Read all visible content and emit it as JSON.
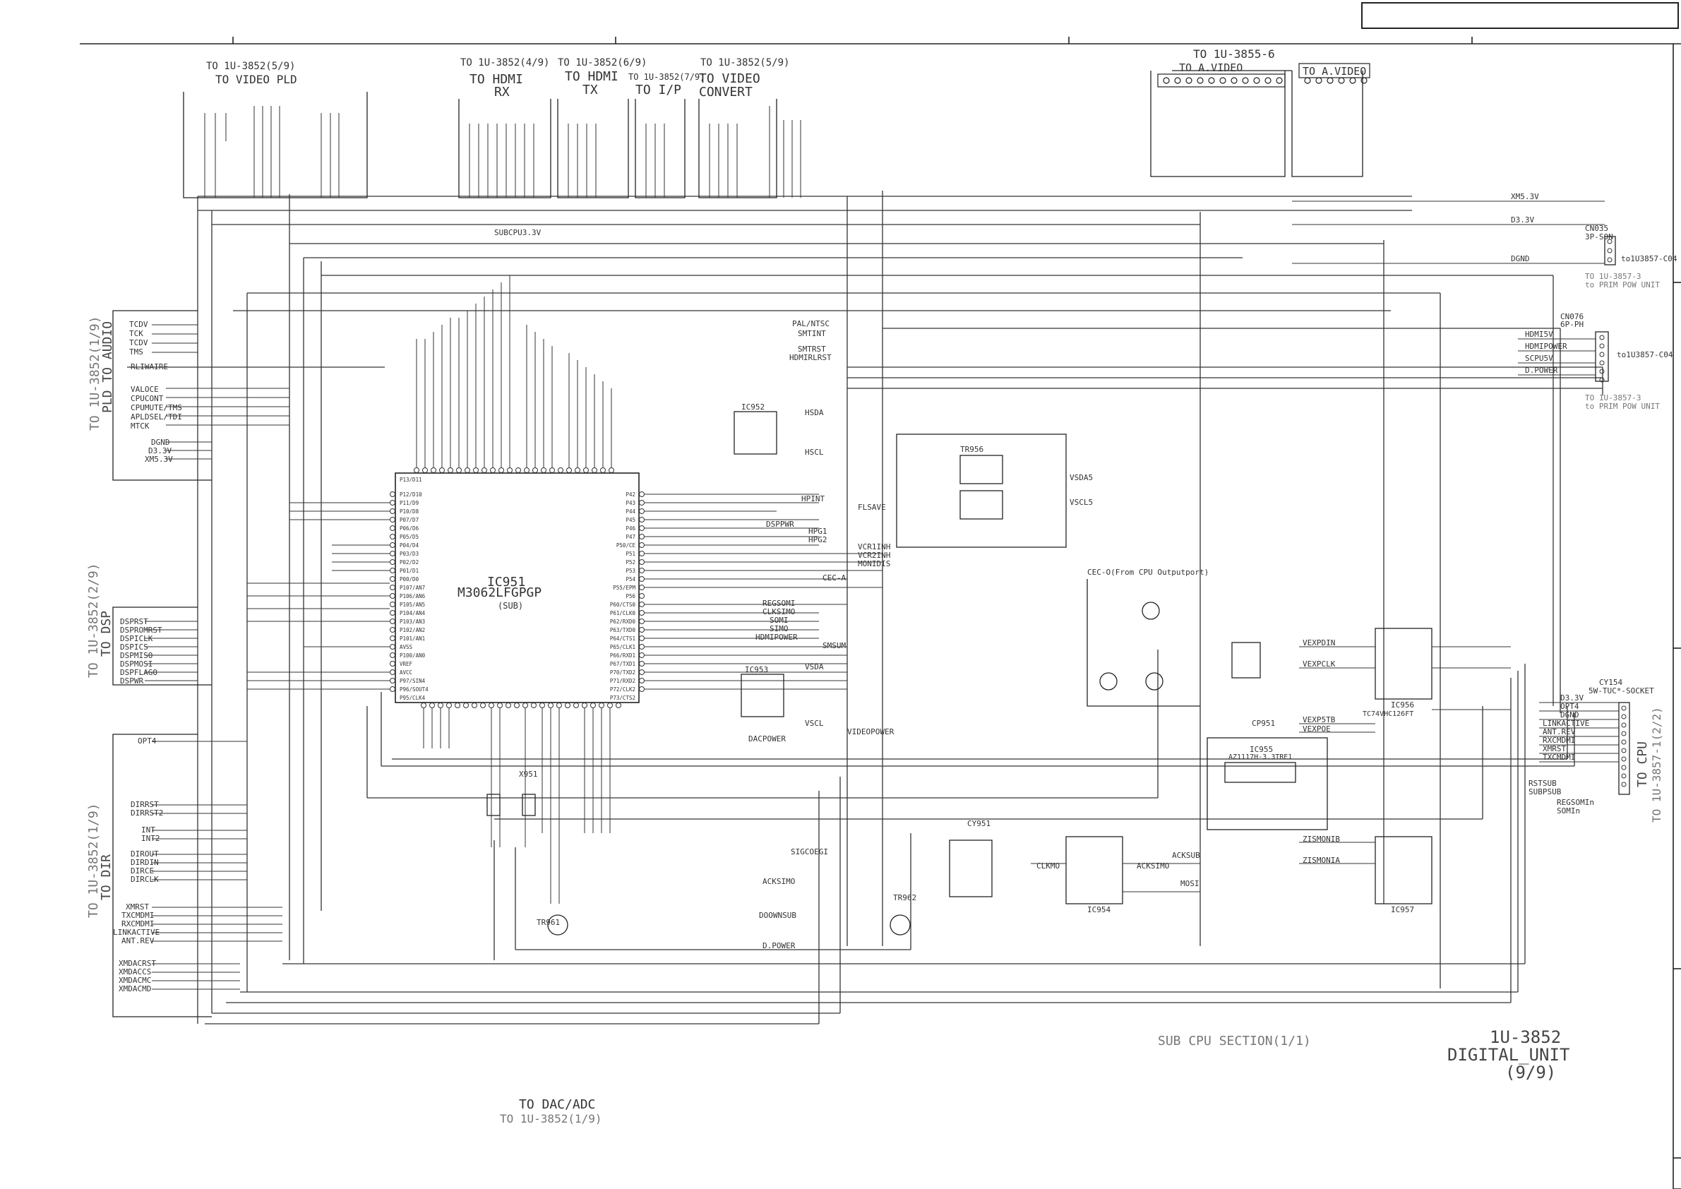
{
  "section_caption": "SUB CPU SECTION(1/1)",
  "board": {
    "code": "1U-3852",
    "name": "DIGITAL_UNIT",
    "page": "(9/9)"
  },
  "ic951": {
    "ref": "IC951",
    "part": "M3062LFGPGP",
    "sub": "(SUB)"
  },
  "top_connectors": [
    {
      "ref": "TO 1U-3852(5/9)",
      "line1": "TO VIDEO PLD",
      "line2": ""
    },
    {
      "ref": "TO 1U-3852(4/9)",
      "line1": "TO HDMI",
      "line2": "RX"
    },
    {
      "ref": "TO 1U-3852(6/9)",
      "line1": "TO HDMI",
      "line2": "TX"
    },
    {
      "ref": "TO 1U-3852(7/9)",
      "line1": "TO I/P",
      "line2": ""
    },
    {
      "ref": "TO 1U-3852(5/9)",
      "line1": "TO VIDEO",
      "line2": "CONVERT"
    }
  ],
  "av_header": {
    "ref": "TO 1U-3855-6",
    "left": "TO A.VIDEO",
    "right": "TO A.VIDEO"
  },
  "left_connectors": [
    {
      "ref": "TO 1U-3852(1/9)",
      "name": "PLD TO AUDIO"
    },
    {
      "ref": "TO 1U-3852(2/9)",
      "name": "TO DSP"
    },
    {
      "ref": "TO 1U-3852(1/9)",
      "name": "TO DIR"
    }
  ],
  "bottom_connector": {
    "name": "TO DAC/ADC",
    "ref": "TO 1U-3852(1/9)"
  },
  "right_connectors": [
    {
      "ref": "CN035",
      "type": "3P-SON",
      "board": "to1U3857-C04",
      "dest": "TO 1U-3857-3",
      "dest2": "to PRIM POW UNIT"
    },
    {
      "ref": "CN076",
      "type": "6P-PH",
      "board": "to1U3857-C04",
      "dest": "TO 1U-3857-3",
      "dest2": "to PRIM POW UNIT"
    },
    {
      "ref": "CY154",
      "type": "5W-TUC*-SOCKET",
      "name": "TO CPU",
      "dest": "TO 1U-3857-1(2/2)"
    }
  ],
  "signals": {
    "pld": [
      "TCDV",
      "TCK",
      "TCDV",
      "TMS"
    ],
    "audio": [
      "RLIWAIRE",
      "VALOCE",
      "CPUCONT",
      "CPUMUTE/TMS",
      "APLDSEL/TDI",
      "MTCK",
      "DGND",
      "D3.3V",
      "XM5.3V"
    ],
    "dsp": [
      "DSPRST",
      "DSPROMRST",
      "DSPICLK",
      "DSPICS",
      "DSPMISO",
      "DSPMOSI",
      "DSPFLAGO",
      "DSPWR"
    ],
    "dir": [
      "OPT4",
      "DIRRST",
      "DIRRST2",
      "INT",
      "INT2",
      "DIROUT",
      "DIRDIN",
      "DIRCE",
      "DIRCLK"
    ],
    "cpu_link": [
      "XMRST",
      "TXCMDMI",
      "RXCMDMI",
      "LINKACTIVE",
      "ANT.REV"
    ],
    "xm": [
      "XMDACRST",
      "XMDACCS",
      "XMDACMC",
      "XMDACMD"
    ],
    "right_power": [
      "XM5.3V",
      "D3.3V",
      "DGND",
      "HDMI5V",
      "HDMIPOWER",
      "SCPU5V",
      "D.POWER"
    ],
    "cpu_out": [
      "D3.3V",
      "OPT4",
      "DGND",
      "LINKACTIVE",
      "ANT.REV",
      "RXCMDMI",
      "XMRST",
      "TXCMDMI"
    ],
    "middle": [
      "PAL/NTSC",
      "SMTINT",
      "SMTRST",
      "HDMIRLRST",
      "HSDA",
      "HSCL",
      "HPINT",
      "FLSAVE",
      "DSPPWR",
      "HPG1",
      "HPG2",
      "VCR1INH",
      "VCR2INH",
      "MONIDIS",
      "CEC-A",
      "REGSOMI",
      "CLKSIMO",
      "SOMI",
      "SIMO",
      "HDMIPOWER",
      "SMSUM",
      "VSDA",
      "VSCL",
      "VIDEOPOWER",
      "DACPOWER",
      "SUBCPU3.3V",
      "VSDA5",
      "VSCL5",
      "SIGCOEGI",
      "ACKSIMO",
      "DOOWNSUB",
      "D.POWER"
    ],
    "misc": [
      "VEXPDIN",
      "VEXPCLK",
      "VEXP5TB",
      "VEXPOE",
      "ZISMONIB",
      "ZISMONIA",
      "ACKSUB",
      "ACKSIMO",
      "CLKMO",
      "MOSI",
      "RSTSUB",
      "SUBPSUB",
      "REGSOMIn",
      "SOMIn",
      "CEC-O(From CPU Outputport)"
    ]
  },
  "parts": {
    "ic952": "IC952",
    "ic953": "IC953",
    "ic954": "IC954",
    "ic955": "IC955",
    "ic956": "IC956",
    "ic957": "IC957",
    "tr956": "TR956",
    "tr961": "TR961",
    "tr962": "TR962",
    "cy951": "CY951",
    "cp951": "CP951",
    "ic955_part": "AZ1117H-3.3TRE1",
    "tc74": "TC74VHC126FT",
    "x951": "X951"
  },
  "pins_left": [
    "P13/D11",
    "P12/D10",
    "P11/D9",
    "P10/D8",
    "P07/D7",
    "P06/D6",
    "P05/D5",
    "P04/D4",
    "P03/D3",
    "P02/D2",
    "P01/D1",
    "P00/D0",
    "P107/AN7",
    "P106/AN6",
    "P105/AN5",
    "P104/AN4",
    "P103/AN3",
    "P102/AN2",
    "P101/AN1",
    "AVSS",
    "P100/AN0",
    "VREF",
    "AVCC",
    "P97/SIN4",
    "P96/SOUT4",
    "P95/CLK4"
  ],
  "pins_right": [
    "P42",
    "P43",
    "P44",
    "P45",
    "P46",
    "P47",
    "P50/CE",
    "P51",
    "P52",
    "P53",
    "P54",
    "P55/EPM",
    "P56",
    "P60/CTS0",
    "P61/CLK0",
    "P62/RXD0",
    "P63/TXD0",
    "P64/CTS1",
    "P65/CLK1",
    "P66/RXD1",
    "P67/TXD1",
    "P70/TXD2",
    "P71/RXD2",
    "P72/CLK2",
    "P73/CTS2"
  ]
}
